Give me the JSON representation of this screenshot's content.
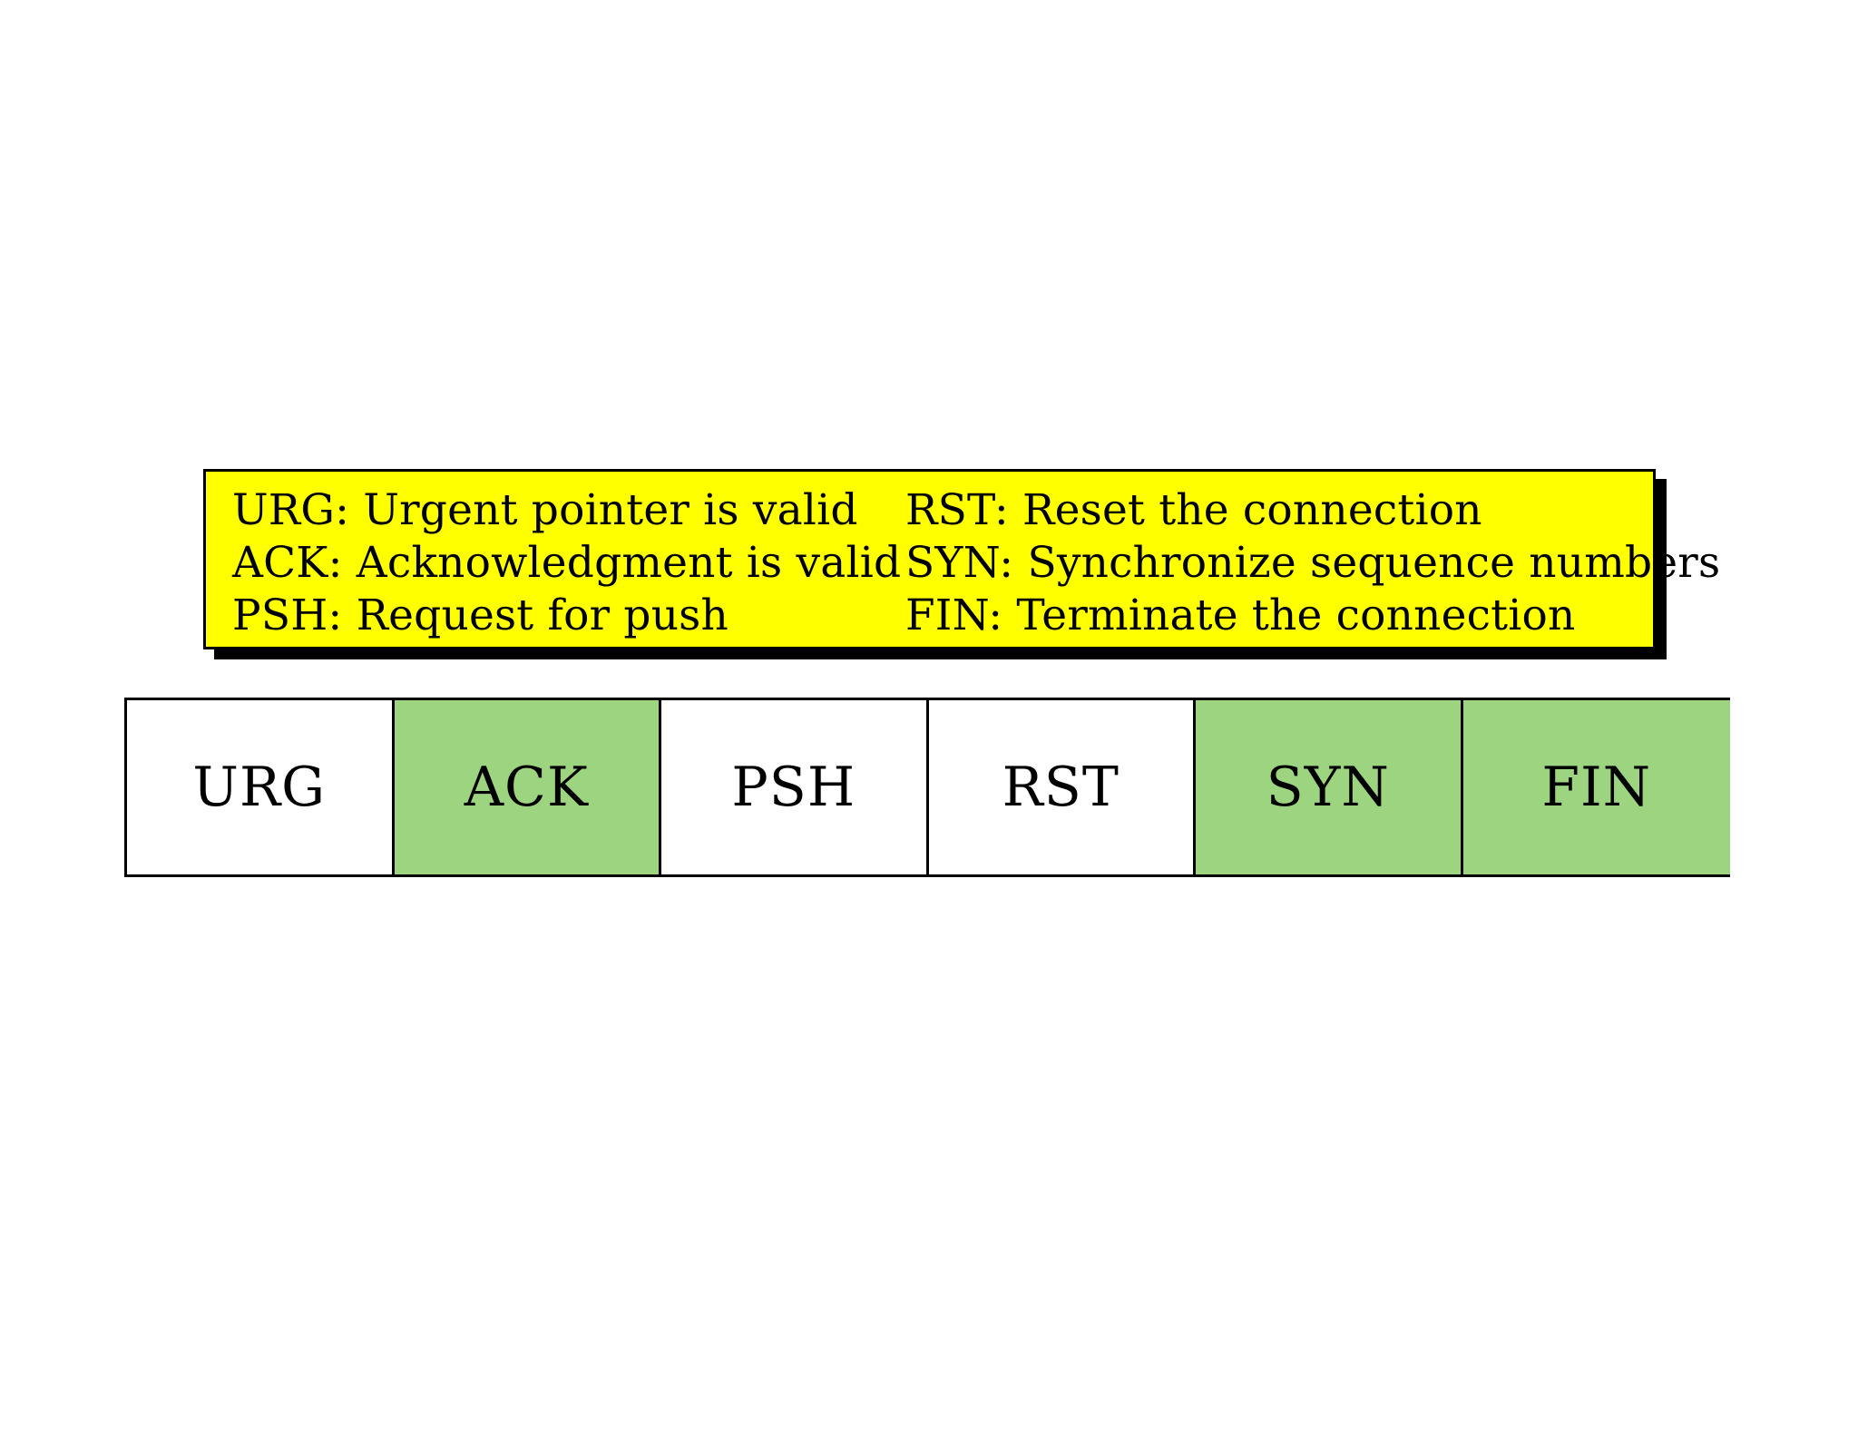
{
  "legend": {
    "background_color": "#ffff00",
    "lines": [
      "URG: Urgent pointer is valid",
      "RST: Reset the connection",
      "ACK: Acknowledgment is valid",
      "SYN: Synchronize sequence numbers",
      "PSH: Request for push",
      "FIN: Terminate the connection"
    ]
  },
  "flags": {
    "set_color": "#9dd47f",
    "unset_color": "#ffffff",
    "cells": [
      {
        "label": "URG",
        "set": false
      },
      {
        "label": "ACK",
        "set": true
      },
      {
        "label": "PSH",
        "set": false
      },
      {
        "label": "RST",
        "set": false
      },
      {
        "label": "SYN",
        "set": true
      },
      {
        "label": "FIN",
        "set": true
      }
    ]
  }
}
